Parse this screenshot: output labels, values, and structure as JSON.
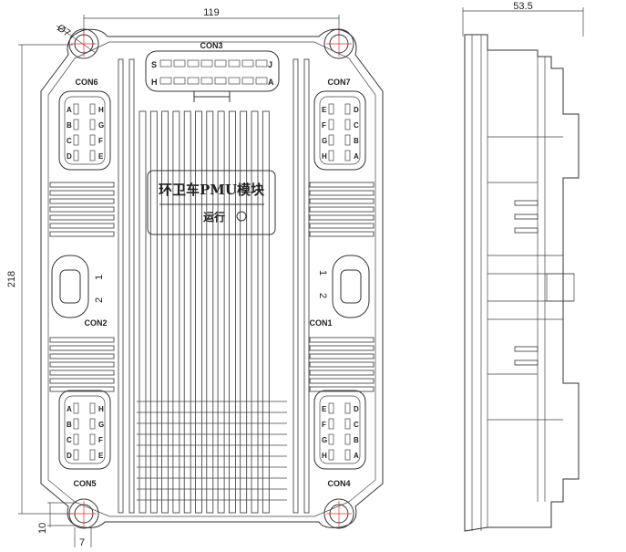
{
  "dimensions": {
    "width_top": "119",
    "height_left": "218",
    "hole_dia": "Ø7",
    "hole_offset_v": "10",
    "hole_offset_h": "7",
    "side_width": "53.5"
  },
  "connectors": {
    "con1": "CON1",
    "con2": "CON2",
    "con3": "CON3",
    "con4": "CON4",
    "con5": "CON5",
    "con6": "CON6",
    "con7": "CON7"
  },
  "con3_pins": {
    "top_left": "S",
    "top_right": "J",
    "bottom_left": "H",
    "bottom_right": "A"
  },
  "pin_numbers": {
    "one": "1",
    "two": "2"
  },
  "pin_letters_left": [
    "A",
    "H",
    "B",
    "G",
    "C",
    "F",
    "D",
    "E"
  ],
  "pin_letters_right": [
    "E",
    "D",
    "F",
    "C",
    "G",
    "B",
    "H",
    "A"
  ],
  "label": {
    "title": "环卫车PMU模块",
    "status": "运行"
  },
  "colors": {
    "line": "#333333",
    "centerline": "#e03030"
  }
}
